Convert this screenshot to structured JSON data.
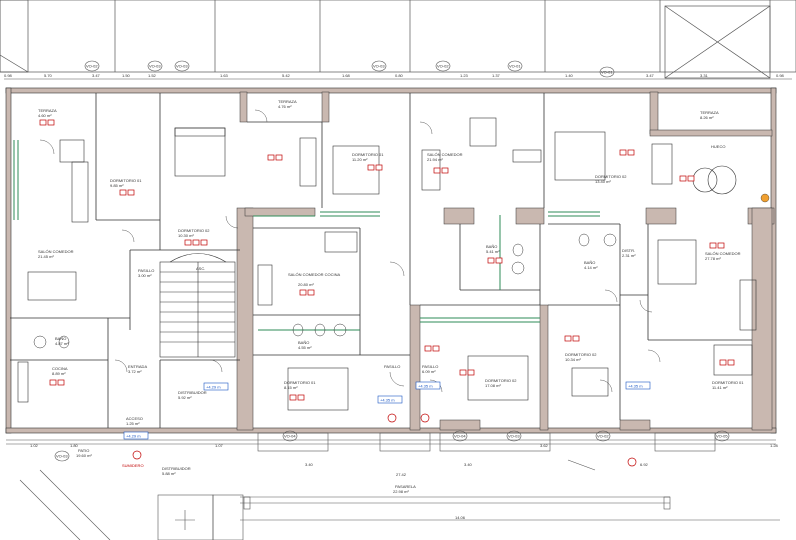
{
  "colors": {
    "wall_fill": "#c9b8b0",
    "wall_line": "#333333",
    "glass": "#2e8b57",
    "red_tag": "#c00000",
    "blue_tag": "#1a56c4",
    "dim_line": "#555555"
  },
  "top_dimensions": [
    "0.98",
    "5.70",
    "3.47",
    "1.50",
    "1.52",
    "1.63",
    "5.42",
    "1.68",
    "0.80",
    "1.23",
    "1.37",
    "1.40",
    "3.47",
    "3.31",
    "0.98"
  ],
  "window_codes_top": [
    "VO-02",
    "VO-03",
    "VO-03",
    "VO-03",
    "VO-02",
    "VO-01",
    "VO-01"
  ],
  "rooms": {
    "terraza_left": {
      "name": "TERRAZA",
      "area": "4.60 m²"
    },
    "terraza_mid": {
      "name": "TERRAZA",
      "area": "4.76 m²"
    },
    "terraza_right": {
      "name": "TERRAZA",
      "area": "8.26 m²"
    },
    "dormitorio_01_a": {
      "name": "DORMITORIO 01",
      "area": "9.85 m²"
    },
    "dormitorio_02_a": {
      "name": "DORMITORIO 02",
      "area": "10.30 m²"
    },
    "dormitorio_01_b": {
      "name": "DORMITORIO 01",
      "area": "11.20 m²"
    },
    "salon_comedor_a": {
      "name": "SALÓN COMEDOR",
      "area": "21.45 m²"
    },
    "salon_comedor_b": {
      "name": "SALÓN COMEDOR",
      "area": "21.94 m²"
    },
    "dormitorio_02_b": {
      "name": "DORMITORIO 02",
      "area": "13.40 m²"
    },
    "salon_comedor_cocina": {
      "name": "SALÓN COMEDOR COCINA",
      "area": "20.80 m²"
    },
    "salon_comedor_c": {
      "name": "SALÓN COMEDOR",
      "area": "27.78 m²"
    },
    "bano_a": {
      "name": "BAÑO",
      "area": "4.87 m²"
    },
    "bano_b": {
      "name": "BAÑO",
      "area": "4.55 m²"
    },
    "bano_c": {
      "name": "BAÑO",
      "area": "5.41 m²"
    },
    "bano_d": {
      "name": "BAÑO",
      "area": "4.14 m²"
    },
    "cocina": {
      "name": "COCINA",
      "area": "8.89 m²"
    },
    "entrada": {
      "name": "ENTRADA",
      "area": "3.72 m²"
    },
    "dormitorio_01_c": {
      "name": "DORMITORIO 01",
      "area": "8.15 m²"
    },
    "dormitorio_02_c": {
      "name": "DORMITORIO 02",
      "area": "17.08 m²"
    },
    "dormitorio_02_d": {
      "name": "DORMITORIO 02",
      "area": "10.34 m²"
    },
    "dormitorio_01_d": {
      "name": "DORMITORIO 01",
      "area": "11.41 m²"
    },
    "pasillo_a": {
      "name": "PASILLO",
      "area": "3.00 m²"
    },
    "pasillo_b": {
      "name": "PASILLO",
      "area": "6.09 m²"
    },
    "distribuidor": {
      "name": "DISTRIBUIDOR",
      "area": "5.92 m²"
    },
    "acceso": {
      "name": "ACCESO",
      "area": "1.25 m²"
    },
    "patio": {
      "name": "PATIO",
      "area": "19.60 m²"
    },
    "pasarela": {
      "name": "PASARELA",
      "area": "22.98 m²"
    },
    "distribuidor_2": {
      "name": "DISTRIBUIDOR",
      "area": "5.88 m²"
    },
    "distr": {
      "name": "DISTR.",
      "area": "2.31 m²"
    }
  },
  "blue_tags": [
    "+4.29 m",
    "+4.35 m",
    "+4.35 m",
    "+4.35 m",
    "+4.29 m",
    "+4.29 m"
  ],
  "bottom_window_codes": [
    "VO-03",
    "VO-04",
    "VO-04",
    "VO-03",
    "VO-02",
    "VO-05"
  ],
  "bottom_dimensions": [
    "1.02",
    "1.80",
    "1.07",
    "3.40",
    "3.40",
    "27.42",
    "6.92",
    "1.28",
    "3.62",
    "14.06"
  ],
  "marks": {
    "hueco": "HUECO",
    "pasillo_label": "PASILLO",
    "ascensor": "ASC.",
    "sumidero": "SUMIDERO"
  }
}
